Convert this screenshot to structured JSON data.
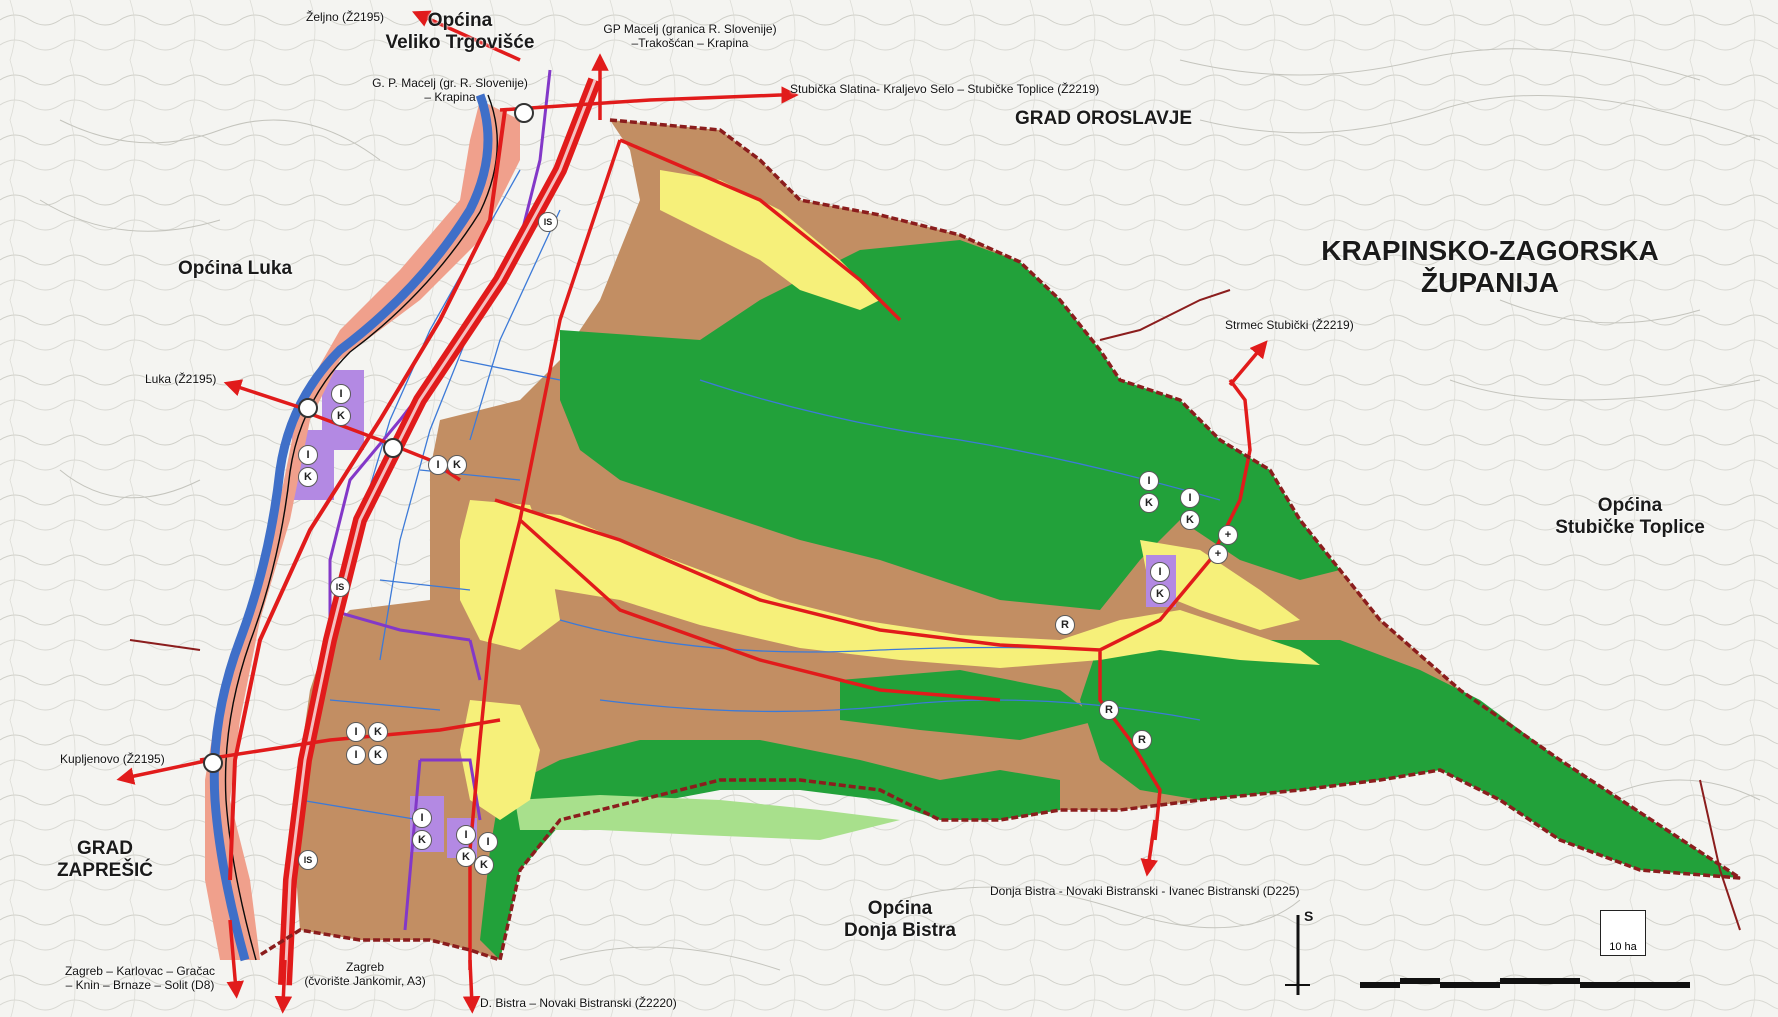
{
  "map": {
    "regions": {
      "veliko_trgovisce": "Općina\nVeliko Trgovišće",
      "grad_oroslavje": "GRAD OROSLAVJE",
      "krapinsko_zagorska": "KRAPINSKO-ZAGORSKA\nŽUPANIJA",
      "opcina_luka": "Općina Luka",
      "stubicke_toplice": "Općina\nStubičke Toplice",
      "grad_zapresic": "GRAD\nZAPREŠIĆ",
      "donja_bistra": "Općina\nDonja Bistra"
    },
    "road_labels": {
      "zeljno": "Željno (Ž2195)",
      "gp_macelj_top": "GP Macelj (granica R. Slovenije)\n–Trakošćan – Krapina",
      "gp_macelj_left": "G. P. Macelj (gr. R. Slovenije)\n– Krapina",
      "stubicka_slatina": "Stubička Slatina- Kraljevo Selo – Stubičke Toplice (Ž2219)",
      "strmec": "Strmec Stubički (Ž2219)",
      "luka": "Luka (Ž2195)",
      "kupljenovo": "Kupljenovo (Ž2195)",
      "zagreb_karlovac": "Zagreb – Karlovac – Gračac\n– Knin – Brnaze – Solit (D8)",
      "zagreb_jankomir": "Zagreb\n(čvorište Jankomir, A3)",
      "d_bistra": "D. Bistra – Novaki Bistranski (Ž2220)",
      "donja_bistra_road": "Donja Bistra - Novaki Bistranski - Ivanec Bistranski (D225)"
    },
    "markers": {
      "i": "I",
      "k": "K",
      "r": "R",
      "is": "IS",
      "plus": "+"
    },
    "north_arrow": "S",
    "scale_box": "10 ha",
    "colors": {
      "background": "#f4f4f1",
      "forest": "#22a13a",
      "forest_light": "#a8e08c",
      "agriculture": "#c28e63",
      "settlement": "#f6f07a",
      "industrial": "#b389e3",
      "road": "#e11b1b",
      "border": "#8b1d1d",
      "river": "#3f6fc8",
      "river_bank": "#f0a08c",
      "rail": "#8338c8",
      "canal": "#3c7ad8"
    }
  }
}
